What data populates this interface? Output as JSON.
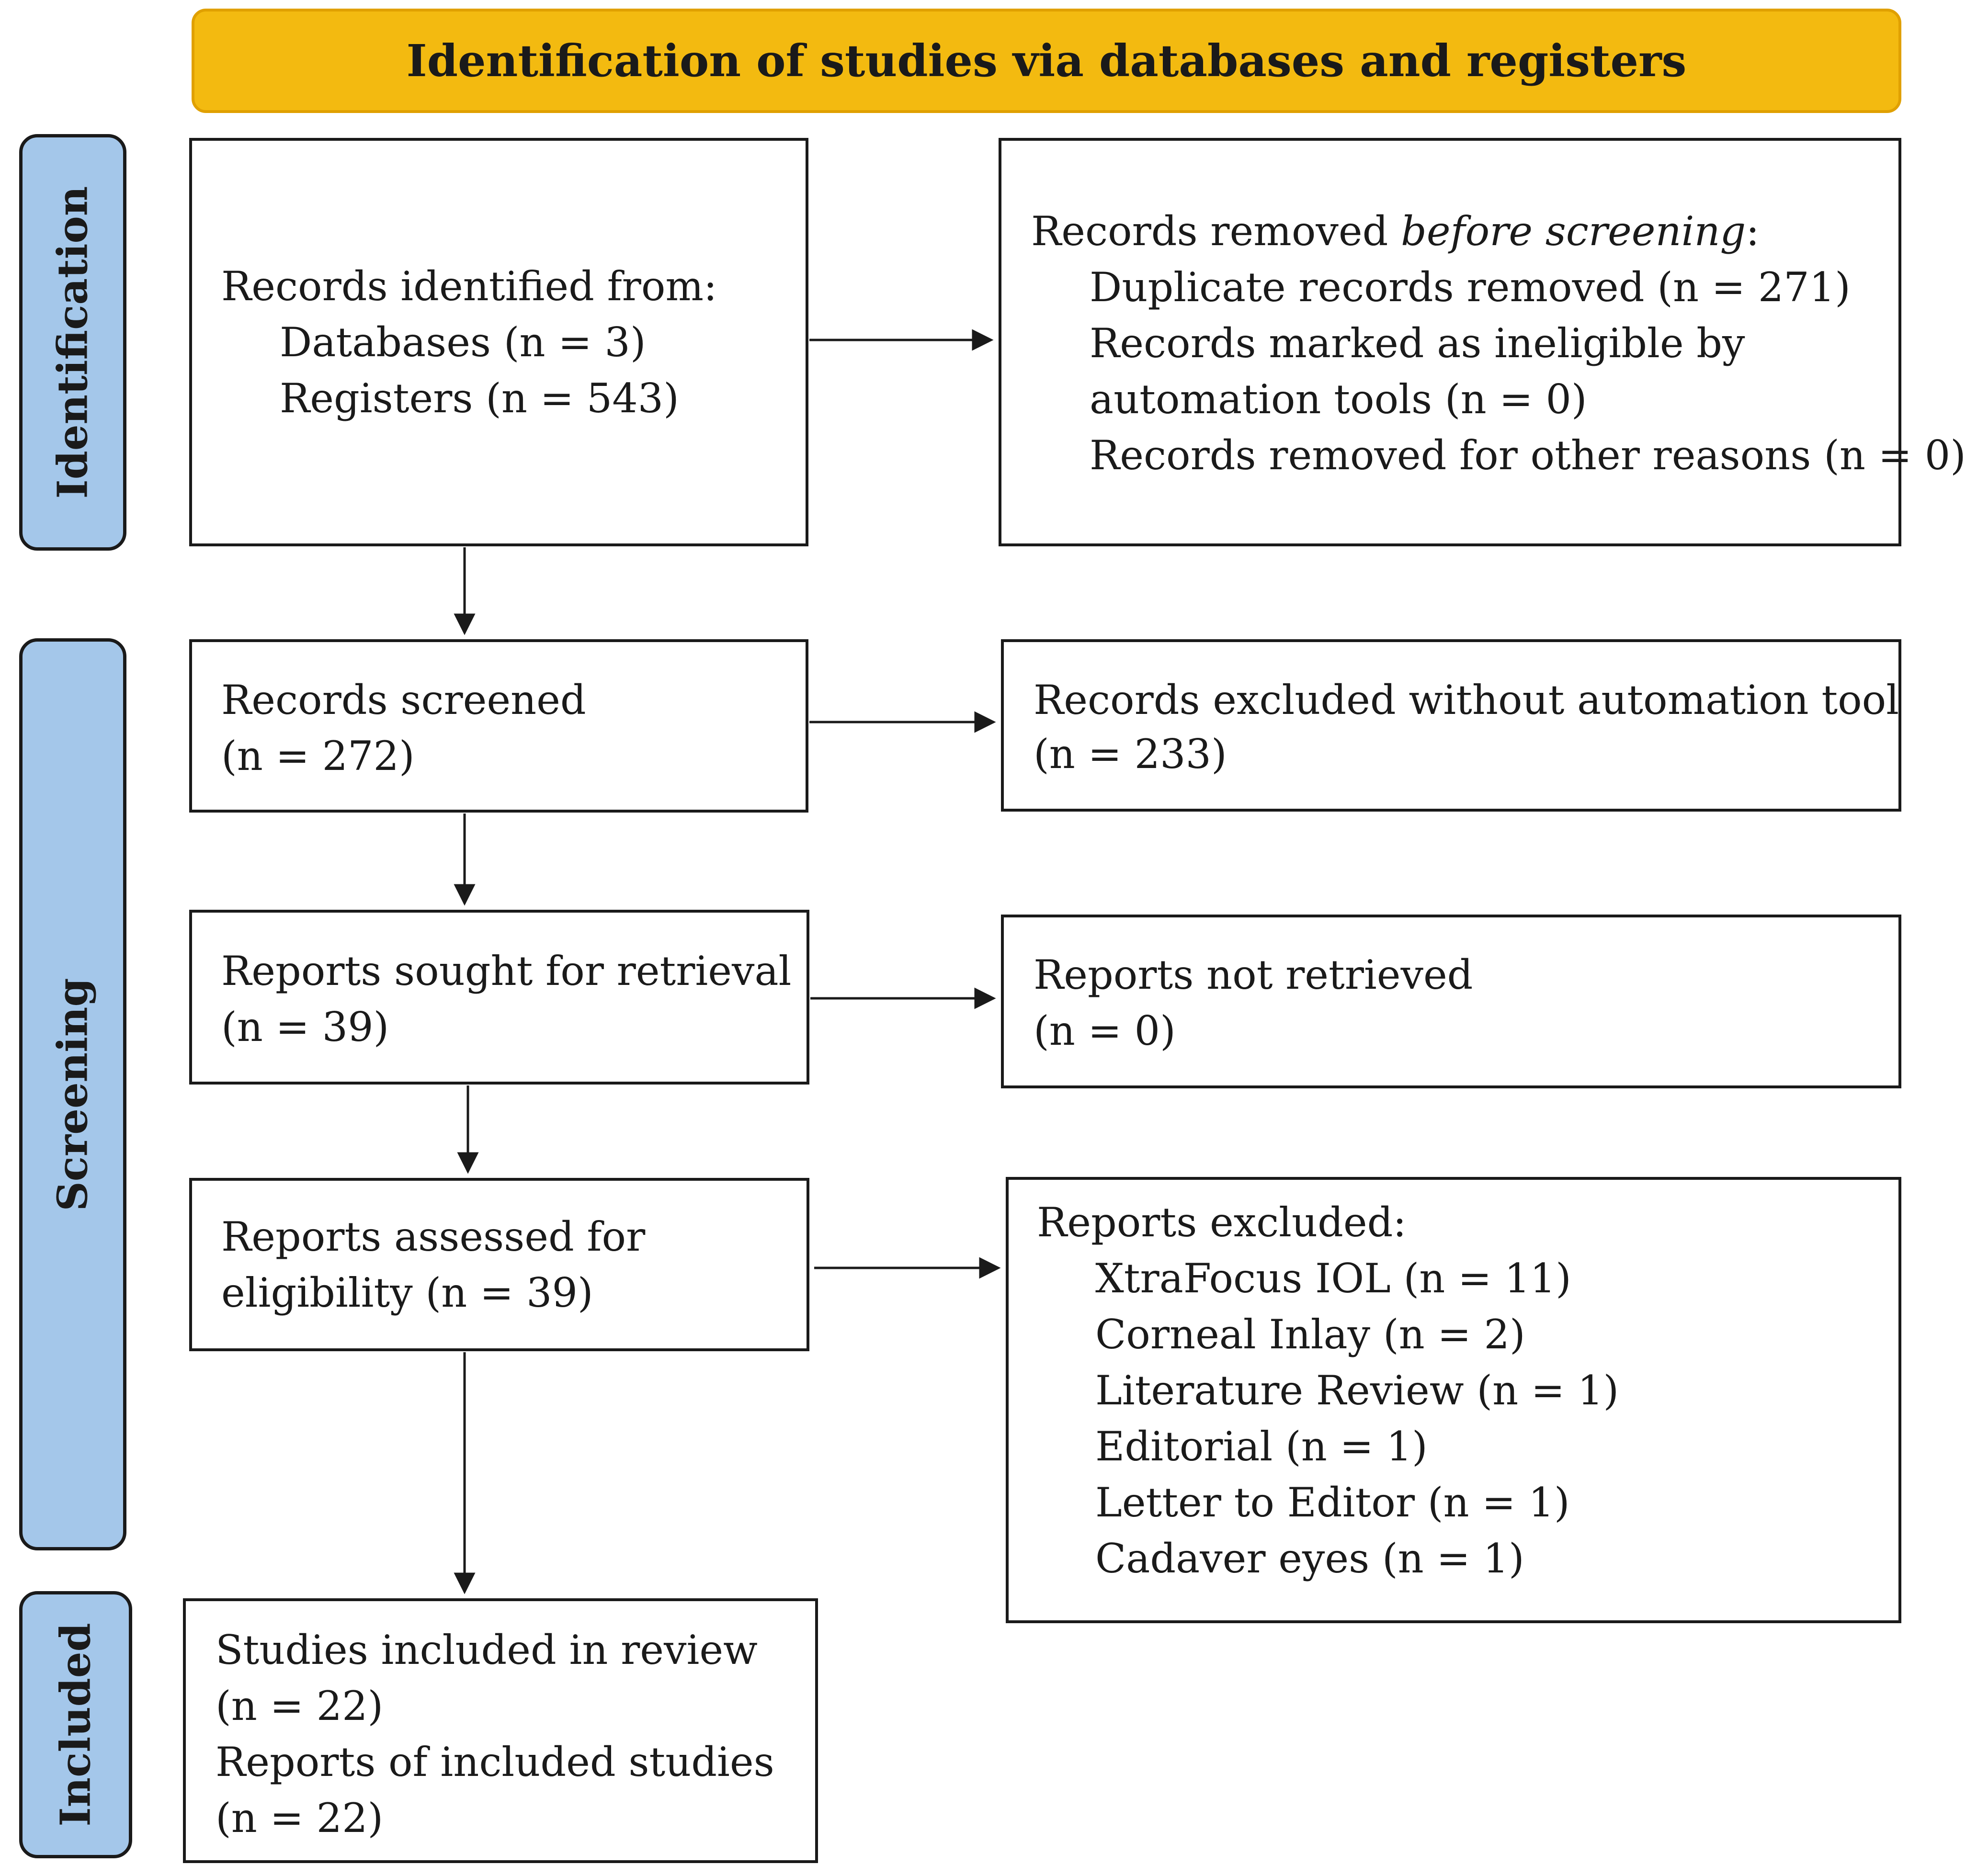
{
  "banner": {
    "title": "Identification of studies via databases and registers"
  },
  "phases": {
    "identification": "Identification",
    "screening": "Screening",
    "included": "Included"
  },
  "identified": {
    "heading": "Records identified from:",
    "databases": "Databases (n = 3)",
    "registers": "Registers (n = 543)"
  },
  "removed": {
    "heading_pre": "Records removed ",
    "heading_em": "before screening",
    "heading_post": ":",
    "duplicates": "Duplicate records removed (n = 271)",
    "ineligible_1": "Records marked as ineligible by",
    "ineligible_2": "automation tools (n = 0)",
    "other": "Records removed for other reasons (n = 0)"
  },
  "screened": {
    "label": "Records screened",
    "count": "(n = 272)"
  },
  "excluded_records": {
    "label": "Records excluded without automation tool",
    "count": "(n = 233)"
  },
  "sought": {
    "label": "Reports sought for retrieval",
    "count": "(n = 39)"
  },
  "not_retrieved": {
    "label": "Reports not retrieved",
    "count": "(n = 0)"
  },
  "assessed": {
    "label_1": "Reports assessed for",
    "label_2": "eligibility (n = 39)"
  },
  "reports_excluded": {
    "heading": "Reports excluded:",
    "reasons": [
      "XtraFocus IOL (n = 11)",
      "Corneal Inlay (n = 2)",
      "Literature Review (n = 1)",
      "Editorial (n = 1)",
      "Letter to Editor (n = 1)",
      "Cadaver eyes (n = 1)"
    ]
  },
  "included": {
    "studies_label": "Studies included in review",
    "studies_count": "(n = 22)",
    "reports_label": "Reports of included studies",
    "reports_count": "(n = 22)"
  },
  "colors": {
    "banner": "#f3ba10",
    "phase": "#a4c7ea",
    "line": "#1a1a1a"
  }
}
